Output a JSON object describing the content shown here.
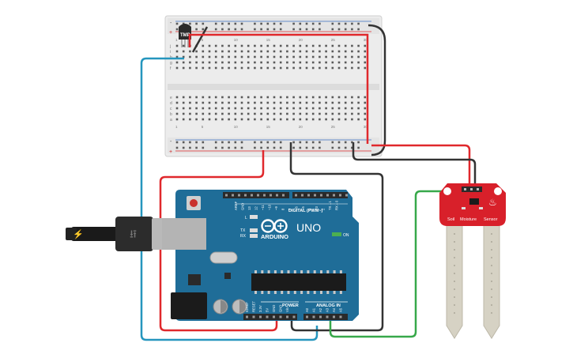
{
  "breadboard": {
    "row_letters_top": [
      "j",
      "i",
      "h",
      "g",
      "f"
    ],
    "row_letters_bottom": [
      "e",
      "d",
      "c",
      "b",
      "a"
    ],
    "column_numbers": [
      "1",
      "5",
      "10",
      "15",
      "20",
      "25",
      "30"
    ],
    "rail_plus": "+",
    "rail_minus": "-"
  },
  "temp_sensor": {
    "label": "TMP"
  },
  "arduino": {
    "brand": "ARDUINO",
    "model": "UNO",
    "digital_label": "DIGITAL (PWM~)",
    "power_label": "POWER",
    "analog_label": "ANALOG IN",
    "on_label": "ON",
    "led_l": "L",
    "led_tx": "TX",
    "led_rx": "RX",
    "digital_pins": [
      "AREF",
      "GND",
      "13",
      "12",
      "~11",
      "~10",
      "~9",
      "8",
      "7",
      "~6",
      "~5",
      "4",
      "~3",
      "2",
      "TX→1",
      "RX←0"
    ],
    "power_pins": [
      "IOREF",
      "RESET",
      "3.3V",
      "5V",
      "GND",
      "GND",
      "Vin"
    ],
    "analog_pins": [
      "A0",
      "A1",
      "A2",
      "A3",
      "A4",
      "A5"
    ]
  },
  "soil_sensor": {
    "label_left": "Soil",
    "label_mid": "Moisture",
    "label_right": "Sensor"
  },
  "colors": {
    "wire_red": "#e0282c",
    "wire_black": "#333333",
    "wire_blue": "#2596be",
    "wire_green": "#37a84a",
    "board_blue": "#1f6d98",
    "sensor_red": "#d8202a",
    "probe": "#d6d2c4"
  }
}
